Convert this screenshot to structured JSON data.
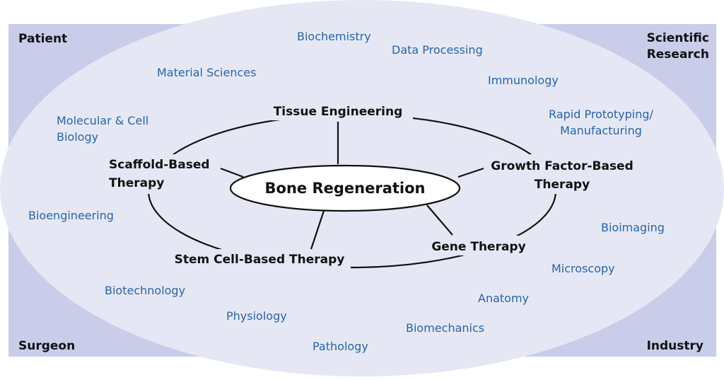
{
  "colors": {
    "panel": "#c9cde9",
    "ellipse": "#e5e8f4",
    "discipline_text": "#2a63a6",
    "line": "#111111"
  },
  "corners": {
    "top_left": "Patient",
    "top_right_line1": "Scientific",
    "top_right_line2": "Research",
    "bottom_left": "Surgeon",
    "bottom_right": "Industry"
  },
  "disciplines": {
    "biochemistry": "Biochemistry",
    "data_processing": "Data Processing",
    "material_sciences": "Material Sciences",
    "immunology": "Immunology",
    "rapid_line1": "Rapid Prototyping/",
    "rapid_line2": "Manufacturing",
    "molecular_line1": "Molecular & Cell",
    "molecular_line2": "Biology",
    "bioengineering": "Bioengineering",
    "bioimaging": "Bioimaging",
    "microscopy": "Microscopy",
    "biotechnology": "Biotechnology",
    "anatomy": "Anatomy",
    "physiology": "Physiology",
    "biomechanics": "Biomechanics",
    "pathology": "Pathology"
  },
  "therapies": {
    "tissue_engineering": "Tissue Engineering",
    "scaffold_line1": "Scaffold-Based",
    "scaffold_line2": "Therapy",
    "growth_line1": "Growth Factor-Based",
    "growth_line2": "Therapy",
    "gene": "Gene Therapy",
    "stem_cell": "Stem Cell-Based Therapy"
  },
  "center": "Bone Regeneration"
}
